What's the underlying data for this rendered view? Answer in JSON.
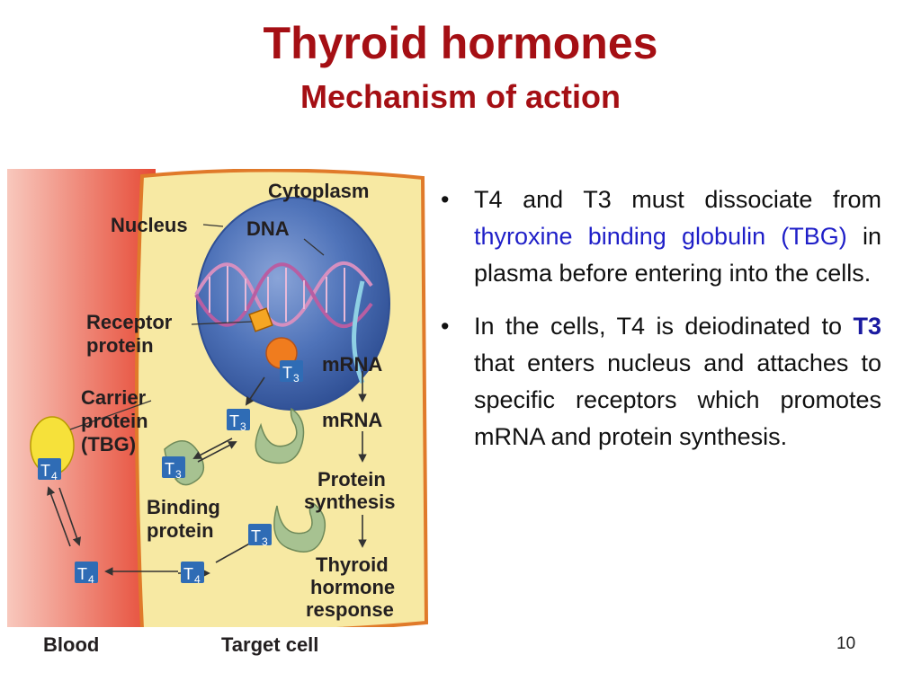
{
  "slide": {
    "title": "Thyroid hormones",
    "subtitle": "Mechanism of action",
    "page_number": "10"
  },
  "figure": {
    "labels": {
      "cytoplasm": "Cytoplasm",
      "nucleus": "Nucleus",
      "dna": "DNA",
      "receptor_line1": "Receptor",
      "receptor_line2": "protein",
      "mrna_nucleus": "mRNA",
      "carrier_line1": "Carrier",
      "carrier_line2": "protein",
      "carrier_line3": "(TBG)",
      "mrna_cyto": "mRNA",
      "protein_line1": "Protein",
      "protein_line2": "synthesis",
      "binding_line1": "Binding",
      "binding_line2": "protein",
      "response_line1": "Thyroid",
      "response_line2": "hormone",
      "response_line3": "response",
      "blood": "Blood",
      "target_cell": "Target cell"
    },
    "tokens": {
      "t3_letter": "T",
      "t3_sub": "3",
      "t4_letter": "T",
      "t4_sub": "4"
    },
    "colors": {
      "blood": "#e85a45",
      "cytoplasm": "#f7e9a3",
      "nucleus": "#4f73b9",
      "hormone_token": "#2f6cb5",
      "carrier": "#f6e13a",
      "binding_protein": "#a7c291",
      "receptor": "#f07c1e"
    }
  },
  "bullets": [
    {
      "parts": [
        {
          "text": "T4 and T3 must dissociate from ",
          "style": "normal"
        },
        {
          "text": "thyroxine binding globulin (TBG)",
          "style": "blue"
        },
        {
          "text": " in plasma before entering into the cells.",
          "style": "normal"
        }
      ]
    },
    {
      "parts": [
        {
          "text": "In the cells, T4 is deiodinated to ",
          "style": "normal"
        },
        {
          "text": "T3",
          "style": "bold"
        },
        {
          "text": " that enters nucleus and attaches to specific receptors which promotes mRNA and protein synthesis.",
          "style": "normal"
        }
      ]
    }
  ]
}
